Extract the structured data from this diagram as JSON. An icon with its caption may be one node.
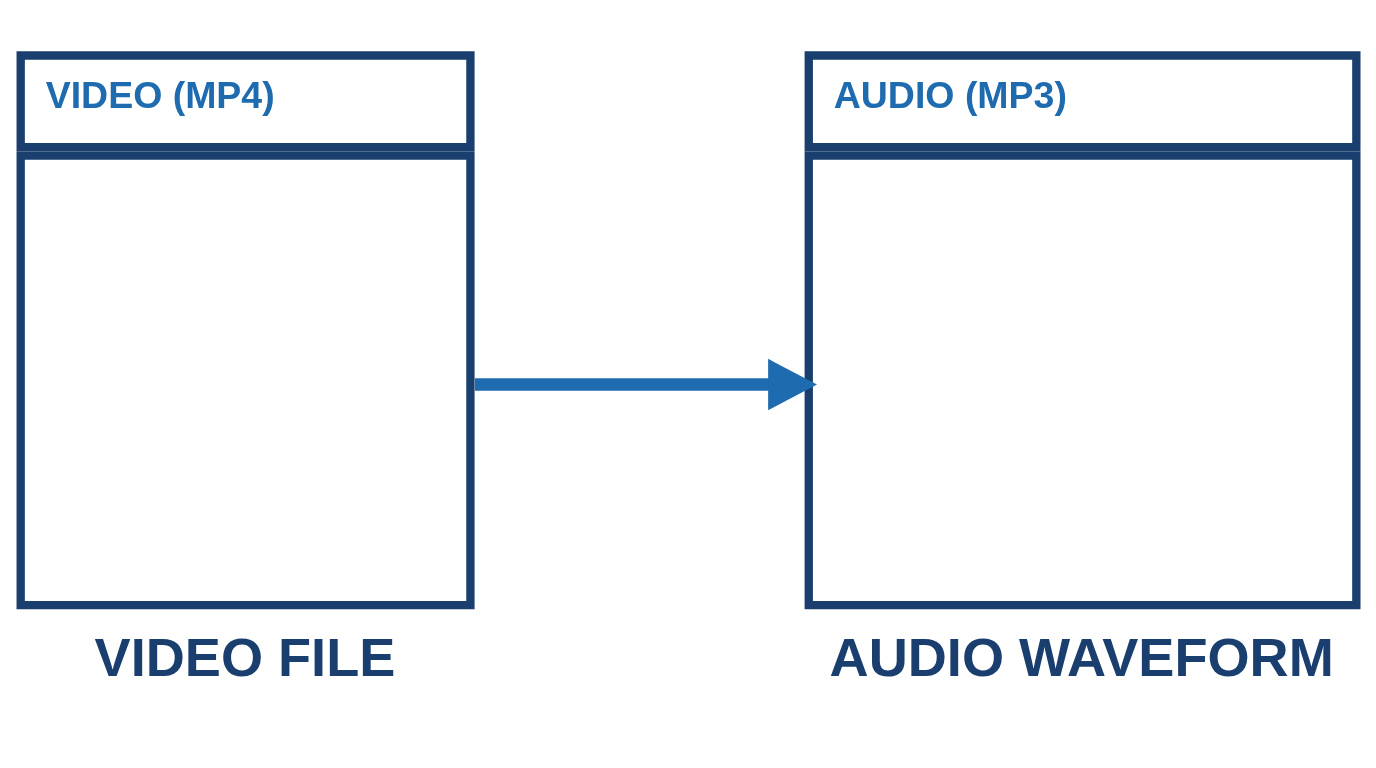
{
  "diagram": {
    "nodes": [
      {
        "text": [
          "VIDEO (MP4)"
        ],
        "beside": [
          "VIDEO FILE"
        ]
      },
      {
        "text": [
          "AUDIO (MP3)"
        ],
        "beside": [
          "AUDIO WAVEFORM"
        ]
      }
    ],
    "edges": [
      {
        "from": 0,
        "to": 1,
        "arrow": "to"
      }
    ]
  }
}
